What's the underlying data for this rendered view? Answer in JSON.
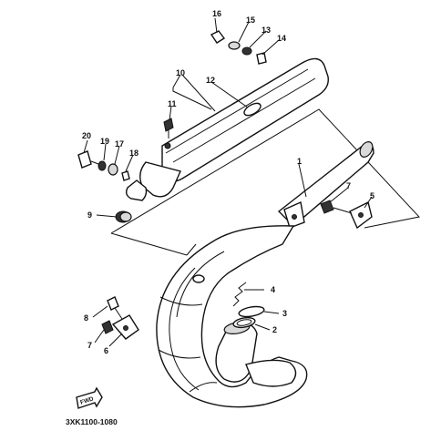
{
  "diagram": {
    "catalog_code": "3XK1100-1080",
    "fwd_label": "FWD",
    "callouts": [
      {
        "id": "c1",
        "text": "1"
      },
      {
        "id": "c2",
        "text": "2"
      },
      {
        "id": "c3",
        "text": "3"
      },
      {
        "id": "c4",
        "text": "4"
      },
      {
        "id": "c5",
        "text": "5"
      },
      {
        "id": "c6",
        "text": "6"
      },
      {
        "id": "c7a",
        "text": "7"
      },
      {
        "id": "c7b",
        "text": "7"
      },
      {
        "id": "c8",
        "text": "8"
      },
      {
        "id": "c9",
        "text": "9"
      },
      {
        "id": "c10",
        "text": "10"
      },
      {
        "id": "c11",
        "text": "11"
      },
      {
        "id": "c12",
        "text": "12"
      },
      {
        "id": "c13",
        "text": "13"
      },
      {
        "id": "c14",
        "text": "14"
      },
      {
        "id": "c15",
        "text": "15"
      },
      {
        "id": "c16",
        "text": "16"
      },
      {
        "id": "c17",
        "text": "17"
      },
      {
        "id": "c18",
        "text": "18"
      },
      {
        "id": "c19",
        "text": "19"
      },
      {
        "id": "c20",
        "text": "20"
      }
    ]
  }
}
